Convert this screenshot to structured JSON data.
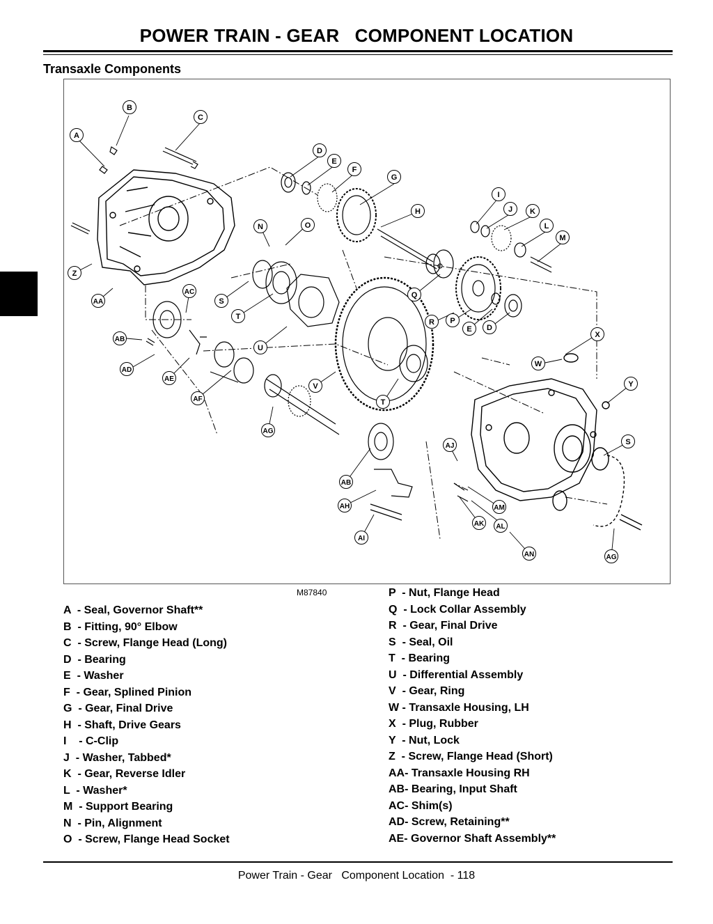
{
  "header": {
    "title": "POWER TRAIN - GEAR   COMPONENT LOCATION",
    "section": "Transaxle Components"
  },
  "figure": {
    "id": "M87840",
    "callouts": [
      "A",
      "B",
      "C",
      "D",
      "E",
      "F",
      "G",
      "H",
      "I",
      "J",
      "K",
      "L",
      "M",
      "N",
      "O",
      "Z",
      "AA",
      "AC",
      "S",
      "T",
      "Q",
      "R",
      "P",
      "E",
      "D",
      "X",
      "AB",
      "U",
      "W",
      "AD",
      "AE",
      "V",
      "Y",
      "AF",
      "T",
      "AG",
      "S",
      "AJ",
      "AB",
      "AH",
      "AM",
      "AK",
      "AL",
      "AI",
      "AN",
      "AG"
    ]
  },
  "legend_left": [
    "A  - Seal, Governor Shaft**",
    "B  - Fitting, 90° Elbow",
    "C  - Screw, Flange Head (Long)",
    "D  - Bearing",
    "E  - Washer",
    "F  - Gear, Splined Pinion",
    "G  - Gear, Final Drive",
    "H  - Shaft, Drive Gears",
    "I    - C-Clip",
    "J  - Washer, Tabbed*",
    "K  - Gear, Reverse Idler",
    "L  - Washer*",
    "M  - Support Bearing",
    "N  - Pin, Alignment",
    "O  - Screw, Flange Head Socket"
  ],
  "legend_right": [
    "P  - Nut, Flange Head",
    "Q  - Lock Collar Assembly",
    "R  - Gear, Final Drive",
    "S  - Seal, Oil",
    "T  - Bearing",
    "U  - Differential Assembly",
    "V  - Gear, Ring",
    "W - Transaxle Housing, LH",
    "X  - Plug, Rubber",
    "Y  - Nut, Lock",
    "Z  - Screw, Flange Head (Short)",
    "AA- Transaxle Housing RH",
    "AB- Bearing, Input Shaft",
    "AC- Shim(s)",
    "AD- Screw, Retaining**",
    "AE- Governor Shaft Assembly**"
  ],
  "footer": {
    "text": "Power Train - Gear   Component Location  - 118"
  }
}
